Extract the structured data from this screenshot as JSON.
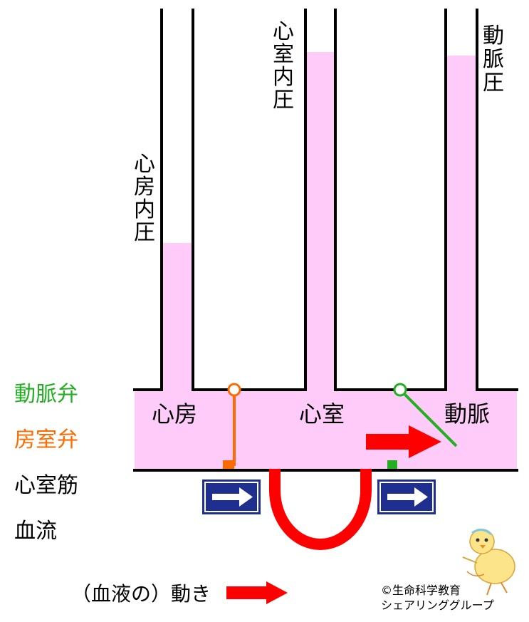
{
  "columns": [
    {
      "id": "atrial-pressure",
      "label": [
        "心",
        "房",
        "内",
        "圧"
      ]
    },
    {
      "id": "ventricular-pressure",
      "label": [
        "心",
        "室",
        "内",
        "圧"
      ]
    },
    {
      "id": "arterial-pressure",
      "label": [
        "動",
        "脈",
        "圧"
      ]
    }
  ],
  "chambers": {
    "atrium": "心房",
    "ventricle": "心室",
    "artery": "動脈"
  },
  "legend": {
    "aortic_valve": "動脈弁",
    "av_valve": "房室弁",
    "ventricular_muscle": "心室筋",
    "blood_flow": "血流",
    "blood_motion": "（血液の）動き"
  },
  "credit": {
    "line1": "©生命科学教育",
    "line2": "シェアリンググループ"
  },
  "colors": {
    "blood": "#ffccf9",
    "av_valve": "#ff6a00",
    "aortic_valve": "#22b022",
    "muscle": "#ff0000",
    "motion_arrow": "#ff0000",
    "flow_sign": "#1f2f8f",
    "outline": "#000000"
  },
  "icons": {
    "flow_sign": "right-arrow-sign",
    "motion_arrow": "right-arrow",
    "mascot": "chick"
  }
}
